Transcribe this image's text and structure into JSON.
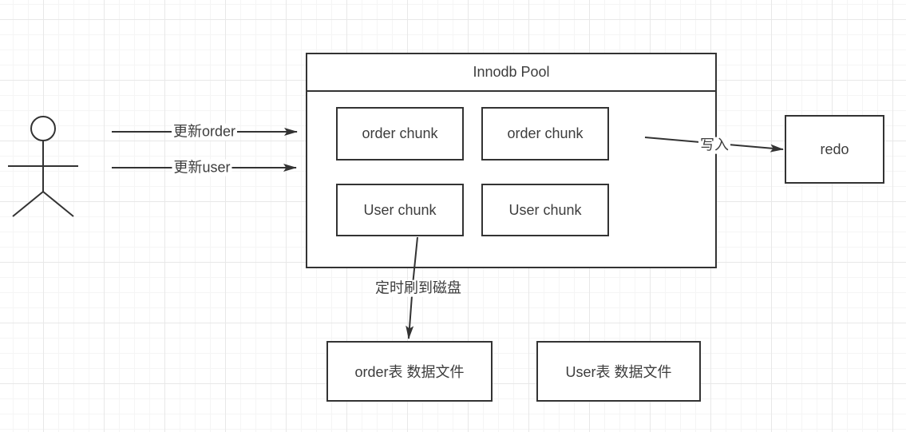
{
  "diagram": {
    "pool": {
      "title": "Innodb Pool",
      "chunks": [
        "order chunk",
        "order chunk",
        "User chunk",
        "User chunk"
      ]
    },
    "redo": {
      "label": "redo"
    },
    "files": [
      "order表 数据文件",
      "User表 数据文件"
    ],
    "edges": {
      "update_order": {
        "label": "更新order"
      },
      "update_user": {
        "label": "更新user"
      },
      "write_redo": {
        "label": "写入"
      },
      "flush_disk": {
        "label": "定时刷到磁盘"
      }
    },
    "colors": {
      "stroke": "#333333",
      "text": "#3d3d3d",
      "canvas_bg": "#ffffff",
      "grid_minor": "#f5f5f5",
      "grid_major": "#e8e8e8"
    }
  }
}
